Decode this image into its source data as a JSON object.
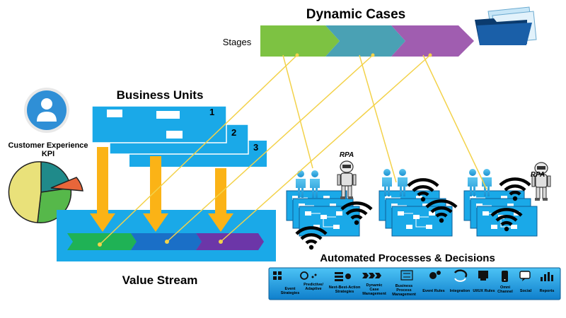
{
  "title": "Dynamic Cases",
  "stages_label": "Stages",
  "business_units": {
    "title": "Business Units",
    "numbers": [
      "1",
      "2",
      "3"
    ]
  },
  "customer_experience": {
    "label_line1": "Customer Experience",
    "label_line2": "KPI"
  },
  "value_stream": {
    "title": "Value Stream"
  },
  "automated": {
    "title": "Automated Processes & Decisions",
    "rpa_labels": [
      "RPA",
      "RPA"
    ]
  },
  "toolbar": {
    "items": [
      {
        "line1": "Event",
        "line2": "Strategies"
      },
      {
        "line1": "Predictive/",
        "line2": "Adaptive"
      },
      {
        "line1": "Next-Best-Action",
        "line2": "Strategies"
      },
      {
        "line1": "Dynamic",
        "line2": "Case",
        "line3": "Management"
      },
      {
        "line1": "Business",
        "line2": "Process",
        "line3": "Management"
      },
      {
        "line1": "Event Rules"
      },
      {
        "line1": "Integration"
      },
      {
        "line1": "UI/UX Rules"
      },
      {
        "line1": "Omni",
        "line2": "Channel"
      },
      {
        "line1": "Social"
      },
      {
        "line1": "Reports"
      }
    ]
  },
  "colors": {
    "stage_green": "#7dc242",
    "stage_teal": "#4aa1b4",
    "stage_purple": "#a05db0",
    "unit_blue": "#1aa9e8",
    "arrow_gold": "#fbb316",
    "yellow_line": "#f3d24a",
    "stream_green": "#1fb255",
    "stream_blue": "#1a6fc7",
    "stream_purple": "#6c36a8",
    "toolbar_bg": "#1592d8",
    "folder_dark": "#0b3b6e"
  }
}
